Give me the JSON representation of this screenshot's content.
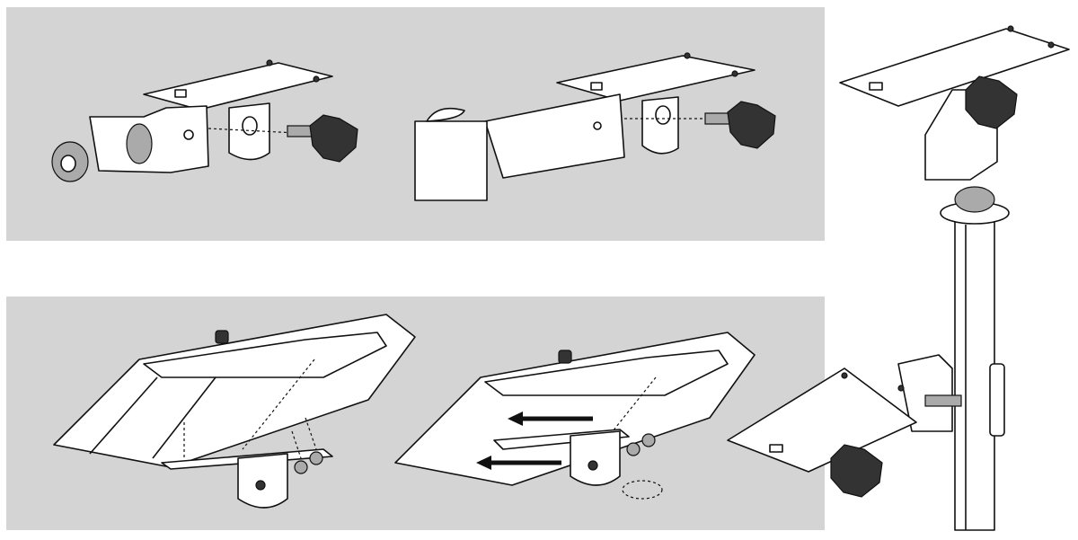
{
  "colors": {
    "panel_bg": "#d4d4d4",
    "page_bg": "#ffffff",
    "line": "#111111"
  },
  "icons": [
    "mounting-plate",
    "star-knob",
    "shock-mount-adapter",
    "clamp-bracket",
    "mic-stand-pole",
    "speaker-underside"
  ]
}
